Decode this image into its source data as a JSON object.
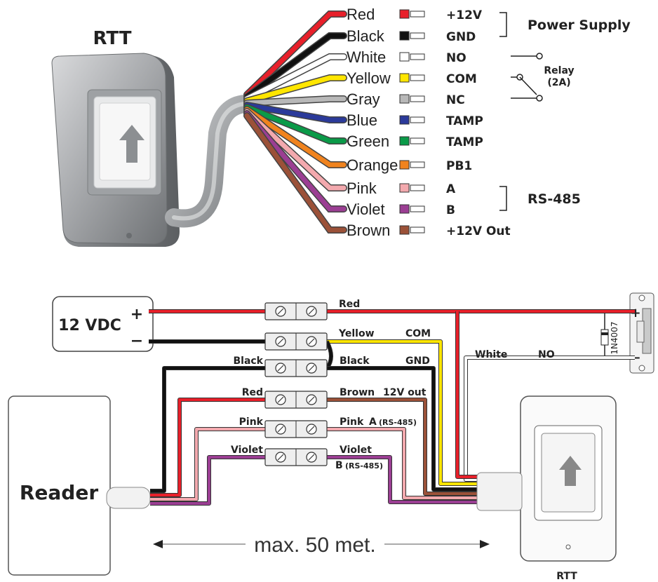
{
  "title_top": "RTT",
  "wires": [
    {
      "name": "Red",
      "color": "#e8202a",
      "function": "+12V"
    },
    {
      "name": "Black",
      "color": "#111111",
      "function": "GND"
    },
    {
      "name": "White",
      "color": "#ffffff",
      "function": "NO"
    },
    {
      "name": "Yellow",
      "color": "#ffe600",
      "function": "COM"
    },
    {
      "name": "Gray",
      "color": "#b8b8b8",
      "function": "NC"
    },
    {
      "name": "Blue",
      "color": "#2b3a9a",
      "function": "TAMP"
    },
    {
      "name": "Green",
      "color": "#0a9a48",
      "function": "TAMP"
    },
    {
      "name": "Orange",
      "color": "#f0831e",
      "function": "PB1"
    },
    {
      "name": "Pink",
      "color": "#f3a9ae",
      "function": "A"
    },
    {
      "name": "Violet",
      "color": "#9b3e93",
      "function": "B"
    },
    {
      "name": "Brown",
      "color": "#9b5138",
      "function": "+12V Out"
    }
  ],
  "groups": {
    "power_supply": "Power Supply",
    "relay_line1": "Relay",
    "relay_line2": "(2A)",
    "rs485": "RS-485"
  },
  "bottom": {
    "psu_label": "12 VDC",
    "psu_plus": "+",
    "psu_minus": "−",
    "lock_plus": "+",
    "lock_minus": "−",
    "diode": "1N4007",
    "reader_label": "Reader",
    "rtt_label": "RTT",
    "distance": "max. 50 met.",
    "labels": {
      "red_top": "Red",
      "yellow": "Yellow",
      "com": "COM",
      "white": "White",
      "no": "NO",
      "black_left": "Black",
      "black_right": "Black",
      "gnd": "GND",
      "red_left": "Red",
      "brown": "Brown",
      "out12": "12V out",
      "pink_left": "Pink",
      "pink_right": "Pink",
      "a_rs": "A",
      "a_rs_suffix": "(RS-485)",
      "violet_left": "Violet",
      "violet_right": "Violet",
      "b_rs": "B",
      "b_rs_suffix": "(RS-485)"
    }
  }
}
